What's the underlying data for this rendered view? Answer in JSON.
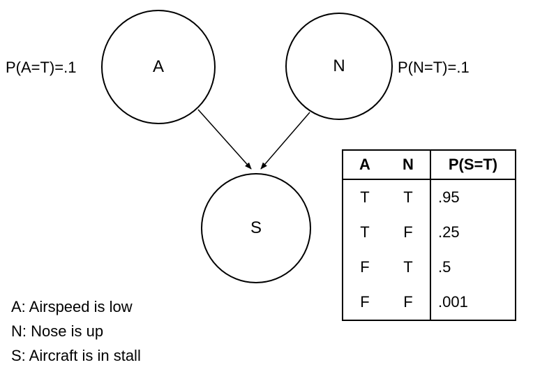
{
  "diagram": {
    "nodes": {
      "a": {
        "label": "A",
        "prior": "P(A=T)=.1"
      },
      "n": {
        "label": "N",
        "prior": "P(N=T)=.1"
      },
      "s": {
        "label": "S"
      }
    },
    "edges": [
      {
        "from": "A",
        "to": "S"
      },
      {
        "from": "N",
        "to": "S"
      }
    ],
    "cpt": {
      "headers": [
        "A",
        "N",
        "P(S=T)"
      ],
      "rows": [
        {
          "a": "T",
          "n": "T",
          "p": ".95"
        },
        {
          "a": "T",
          "n": "F",
          "p": ".25"
        },
        {
          "a": "F",
          "n": "T",
          "p": ".5"
        },
        {
          "a": "F",
          "n": "F",
          "p": ".001"
        }
      ]
    },
    "legend": [
      "A: Airspeed is low",
      "N: Nose is up",
      "S: Aircraft is in stall"
    ],
    "colors": {
      "stroke": "#000000",
      "background": "#ffffff"
    }
  }
}
